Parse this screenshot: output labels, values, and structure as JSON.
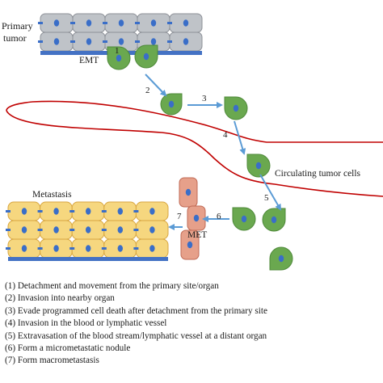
{
  "labels": {
    "primary_tumor": [
      "Primary",
      "tumor"
    ],
    "emt": "EMT",
    "met": "MET",
    "metastasis": "Metastasis",
    "circulating": "Circulating tumor cells"
  },
  "step_numbers": [
    "1",
    "2",
    "3",
    "4",
    "5",
    "6",
    "7"
  ],
  "legend": [
    "(1) Detachment and movement from the primary site/organ",
    "(2) Invasion into nearby organ",
    "(3) Evade programmed cell death after detachment from the primary site",
    "(4) Invasion in the blood or lymphatic vessel",
    "(5) Extravasation of the blood stream/lymphatic vessel at a distant organ",
    "(6) Form a micrometastatic nodule",
    "(7) Form macrometastasis"
  ],
  "colors": {
    "epithelial_cell": "#bfc3c8",
    "nucleus": "#3a6ec8",
    "membrane": "#4472c4",
    "green_cell": "#6aa84f",
    "pink_cell": "#e6a08a",
    "yellow_cell": "#f6d77f",
    "arrow": "#5b9bd5",
    "vessel": "#c00000"
  }
}
